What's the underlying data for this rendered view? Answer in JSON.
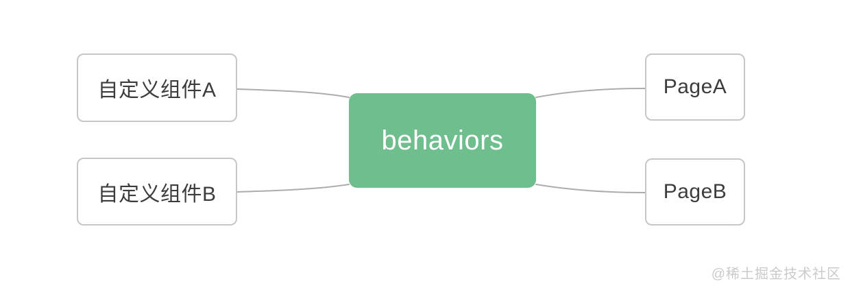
{
  "diagram": {
    "center_node": {
      "label": "behaviors",
      "bg_color": "#6fbe8d",
      "text_color": "#ffffff"
    },
    "left_nodes": [
      {
        "label": "自定义组件A"
      },
      {
        "label": "自定义组件B"
      }
    ],
    "right_nodes": [
      {
        "label": "PageA"
      },
      {
        "label": "PageB"
      }
    ],
    "edges": [
      {
        "from": "自定义组件A",
        "to": "behaviors"
      },
      {
        "from": "自定义组件B",
        "to": "behaviors"
      },
      {
        "from": "behaviors",
        "to": "PageA"
      },
      {
        "from": "behaviors",
        "to": "PageB"
      }
    ],
    "node_border_color": "#c6c6c6",
    "node_text_color": "#3c3c3c",
    "connector_color": "#acacac"
  },
  "watermark": {
    "text": "@稀土掘金技术社区",
    "color": "#c9cacb"
  }
}
